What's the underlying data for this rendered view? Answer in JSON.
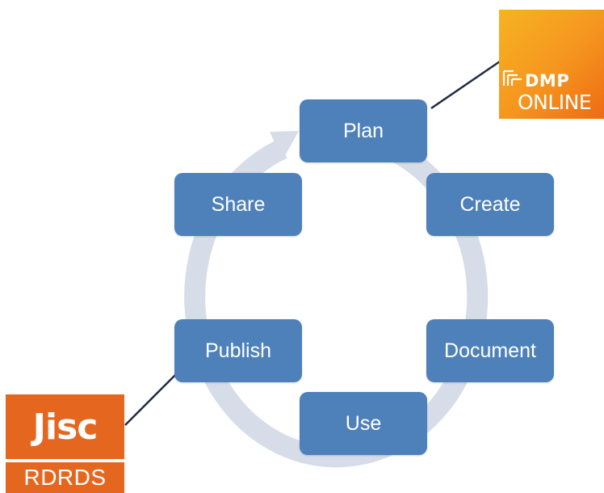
{
  "nodes": {
    "plan": "Plan",
    "create": "Create",
    "document": "Document",
    "use": "Use",
    "publish": "Publish",
    "share": "Share"
  },
  "logos": {
    "dmp_online": {
      "word": "DMP",
      "sub": "ONLINE"
    },
    "jisc": {
      "word": "Jisc",
      "tag": "RDRDS"
    }
  },
  "colors": {
    "node_fill": "#4e81b9",
    "cycle_ring": "#d7dde8",
    "connector": "#1f2a44",
    "dmp_orange": "#f5951f",
    "jisc_orange": "#e5671f"
  }
}
